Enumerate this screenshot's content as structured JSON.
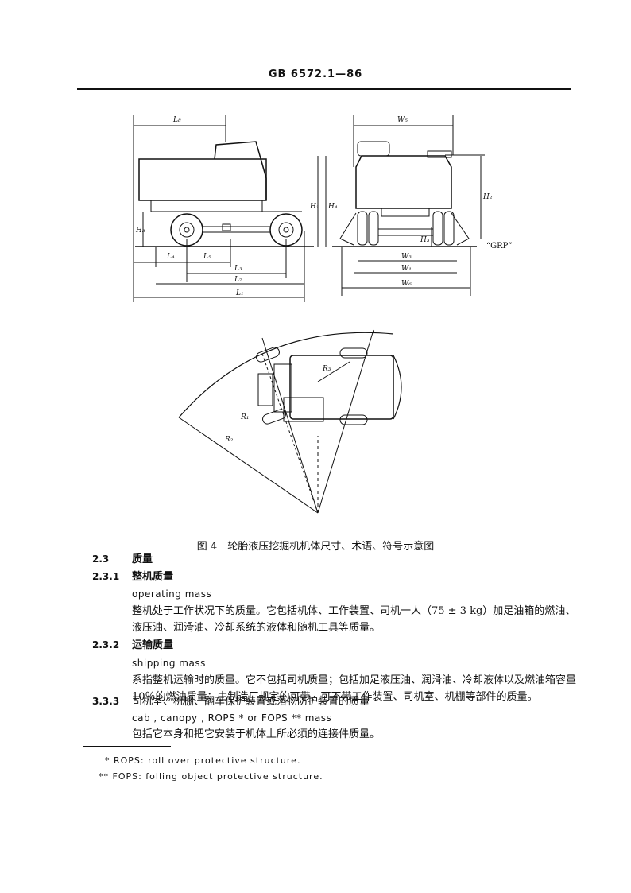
{
  "header": {
    "code": "GB 6572.1—86"
  },
  "figure": {
    "caption": "图 4　轮胎液压挖掘机机体尺寸、术语、符号示意图",
    "side_labels": {
      "l8": "L₈",
      "h8": "H₈",
      "l4": "L₄",
      "l5": "L₅",
      "l3": "L₃",
      "l7": "L₇",
      "l1": "L₁"
    },
    "front_labels": {
      "w5": "W₅",
      "h1": "H₁",
      "h4": "H₄",
      "h2": "H₂",
      "h3": "H₃",
      "grp": "“GRP”",
      "w3": "W₃",
      "w1": "W₁",
      "w6": "W₆"
    },
    "top_labels": {
      "r1": "R₁",
      "r2": "R₂",
      "r3": "R₃"
    }
  },
  "sections": [
    {
      "num": "2.3",
      "title": "质量"
    },
    {
      "num": "2.3.1",
      "title": "整机质量",
      "english": "operating mass",
      "body": "整机处于工作状况下的质量。它包括机体、工作装置、司机一人（75 ± 3 kg）加足油箱的燃油、液压油、润滑油、冷却系统的液体和随机工具等质量。"
    },
    {
      "num": "2.3.2",
      "title": "运输质量",
      "english": "shipping mass",
      "body": "系指整机运输时的质量。它不包括司机质量；包括加足液压油、润滑油、冷却液体以及燃油箱容量10％的燃油质量；由制造厂规定的可带、可不带工作装置、司机室、机棚等部件的质量。"
    },
    {
      "num": "3.3.3",
      "title": "司机室、机棚、翻车保护装置或落物防护装置的质量",
      "english": "cab , canopy  , ROPS * or FOPS ** mass",
      "body": "包括它本身和把它安装于机体上所必须的连接件质量。"
    }
  ],
  "footnotes": [
    "* ROPS: roll over protective structure.",
    "** FOPS: folling object protective structure."
  ]
}
